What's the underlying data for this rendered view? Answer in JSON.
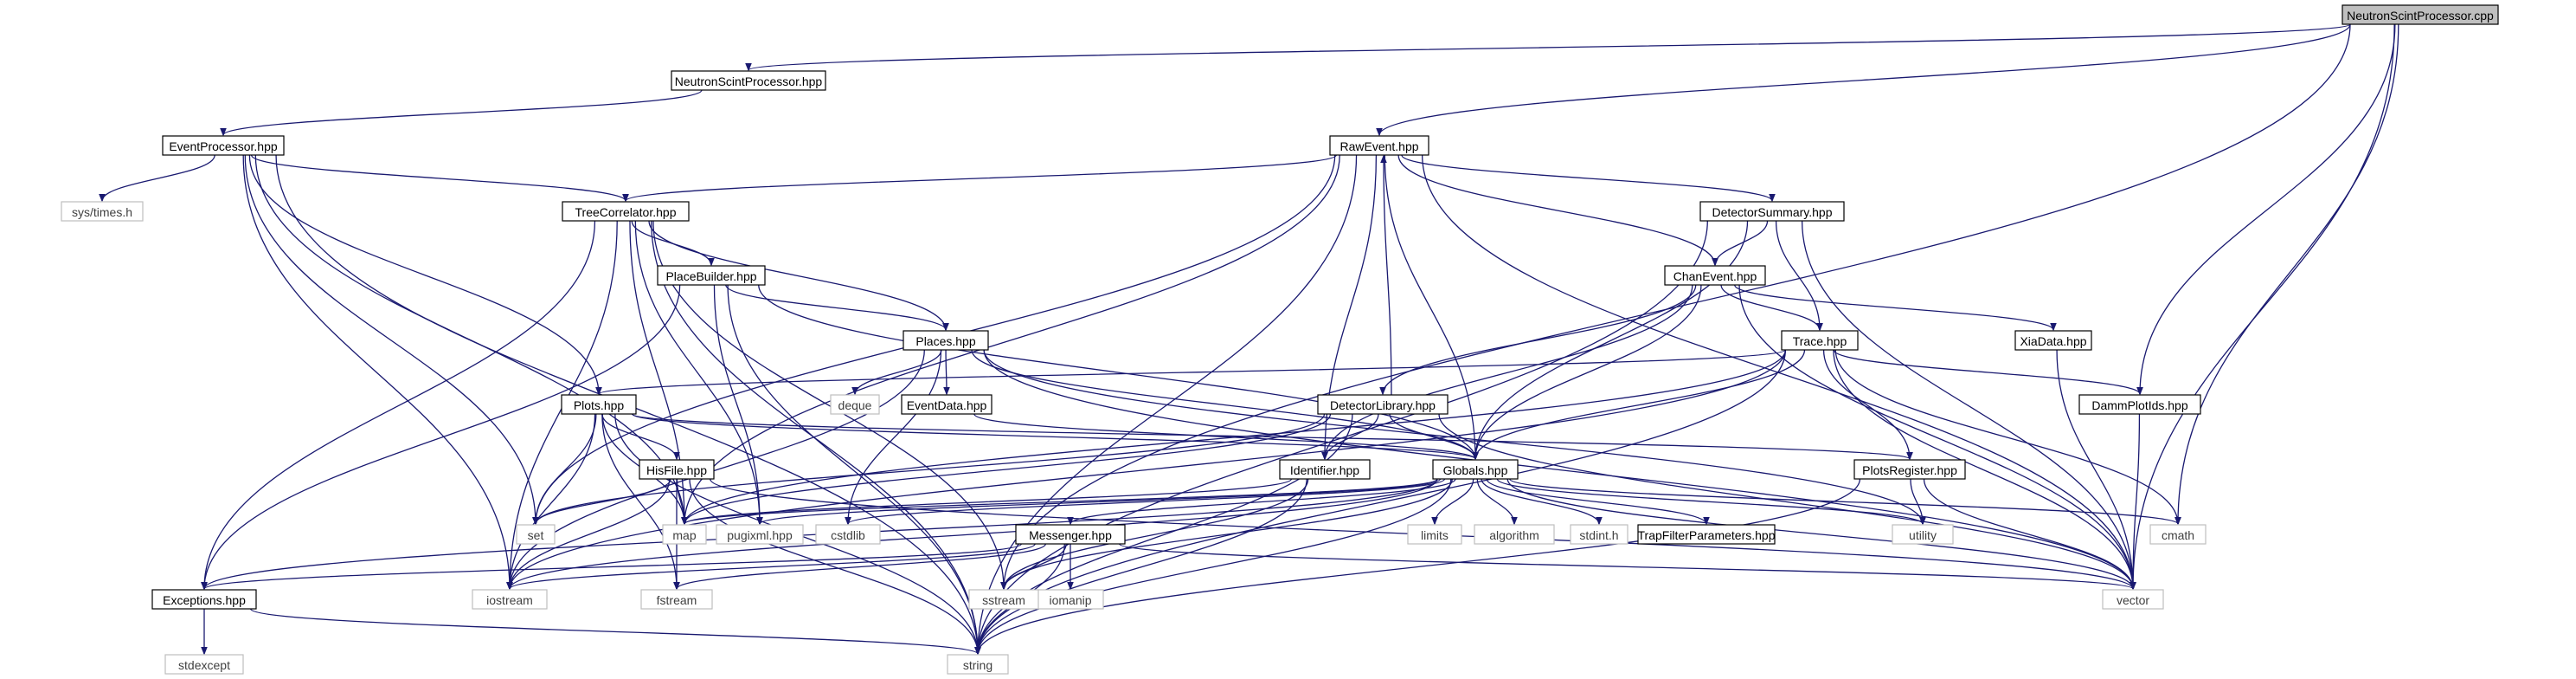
{
  "diagram": {
    "type": "include-dependency-graph",
    "colors": {
      "edge": "#191970",
      "root_fill": "#bfbfbf",
      "node_border": "#000000",
      "system_border": "#bfbfbf",
      "system_text": "#404040"
    },
    "nodes": {
      "neutron_cpp": "NeutronScintProcessor.cpp",
      "neutron_hpp": "NeutronScintProcessor.hpp",
      "event_processor": "EventProcessor.hpp",
      "raw_event": "RawEvent.hpp",
      "sys_times": "sys/times.h",
      "tree_correlator": "TreeCorrelator.hpp",
      "detector_summary": "DetectorSummary.hpp",
      "place_builder": "PlaceBuilder.hpp",
      "chan_event": "ChanEvent.hpp",
      "places": "Places.hpp",
      "trace": "Trace.hpp",
      "xia_data": "XiaData.hpp",
      "plots": "Plots.hpp",
      "deque": "deque",
      "event_data": "EventData.hpp",
      "detector_library": "DetectorLibrary.hpp",
      "damm_plot_ids": "DammPlotIds.hpp",
      "his_file": "HisFile.hpp",
      "identifier": "Identifier.hpp",
      "globals": "Globals.hpp",
      "plots_register": "PlotsRegister.hpp",
      "set": "set",
      "map": "map",
      "pugixml": "pugixml.hpp",
      "cstdlib": "cstdlib",
      "limits": "limits",
      "algorithm": "algorithm",
      "stdint": "stdint.h",
      "trap_filter": "TrapFilterParameters.hpp",
      "utility": "utility",
      "cmath": "cmath",
      "messenger": "Messenger.hpp",
      "exceptions": "Exceptions.hpp",
      "iostream": "iostream",
      "fstream": "fstream",
      "iomanip": "iomanip",
      "sstream": "sstream",
      "vector": "vector",
      "stdexcept": "stdexcept",
      "string": "string"
    }
  }
}
